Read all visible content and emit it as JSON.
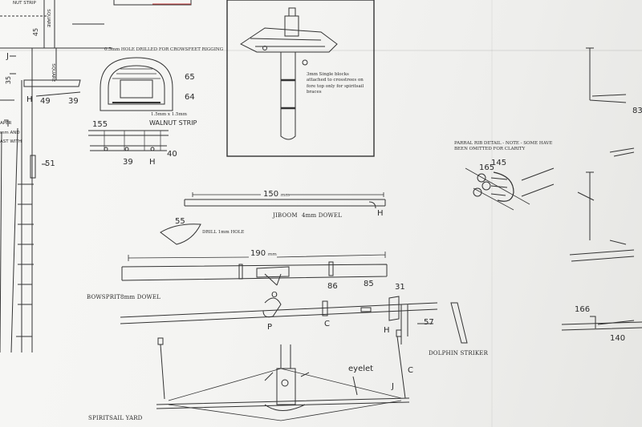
{
  "labels": {
    "nut_strip": "NUT STRIP",
    "square_upper": "SQUARE",
    "square_lower": "SQUARE",
    "mast_45": "45",
    "mast_35": "35",
    "j_upper": "J",
    "h_left": "H",
    "n49": "49",
    "n39_left": "39",
    "aper": "APER",
    "mm_and": "mm AND",
    "ast_with": "AST WITH",
    "n51": "51",
    "drill_note": "0.5mm HOLE DRILLED FOR CROWSFEET RIGGING",
    "n65": "65",
    "n64": "64",
    "strip_size": "1.5mm x 1.5mm",
    "walnut_strip": "WALNUT STRIP",
    "n155": "155",
    "n39_bottom": "39",
    "h_bottom": "H",
    "n40": "40",
    "blocks_note": "3mm Single blocks attached to crosstrees on fore top only for spiritsail braces",
    "parral_note": "PARRAL RIB DETAIL - NOTE - SOME HAVE BEEN OMITTED FOR CLARITY",
    "n165": "165",
    "n145": "145",
    "n150": "150",
    "mm150": "mm",
    "jiboom": "JIBOOM",
    "jiboom_dowel": "4mm DOWEL",
    "h_jib": "H",
    "n55": "55",
    "drill_1mm": "DRILL 1mm HOLE",
    "n190": "190",
    "mm190": "mm",
    "n86": "86",
    "n85": "85",
    "n31": "31",
    "bowsprit": "BOWSPRIT",
    "bowsprit_dowel": "8mm DOWEL",
    "o": "O",
    "p": "P",
    "c_mid": "C",
    "h_dolphin": "H",
    "n57": "57",
    "dolphin": "DOLPHIN STRIKER",
    "eyelet": "eyelet",
    "c_right": "C",
    "j_yard": "J",
    "spiritsail_yard": "SPIRITSAIL YARD",
    "n83": "83",
    "n166": "166",
    "n140": "140"
  }
}
